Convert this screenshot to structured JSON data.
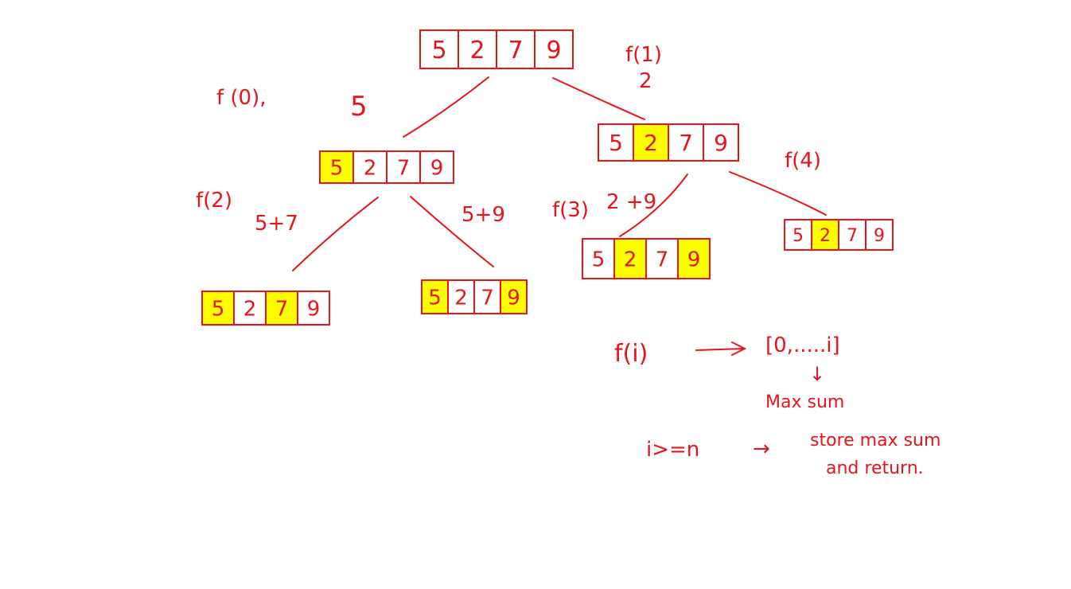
{
  "colors": {
    "ink": "#e8141b",
    "highlight": "#ffff00",
    "background": "#ffffff"
  },
  "arrays": [
    {
      "id": "root",
      "cells": [
        "5",
        "2",
        "7",
        "9"
      ],
      "highlighted": []
    },
    {
      "id": "left",
      "cells": [
        "5",
        "2",
        "7",
        "9"
      ],
      "highlighted": [
        0
      ]
    },
    {
      "id": "right",
      "cells": [
        "5",
        "2",
        "7",
        "9"
      ],
      "highlighted": [
        1
      ]
    },
    {
      "id": "left-left",
      "cells": [
        "5",
        "2",
        "7",
        "9"
      ],
      "highlighted": [
        0,
        2
      ]
    },
    {
      "id": "left-right",
      "cells": [
        "5",
        "2",
        "7",
        "9"
      ],
      "highlighted": [
        0,
        3
      ]
    },
    {
      "id": "right-left",
      "cells": [
        "5",
        "2",
        "7",
        "9"
      ],
      "highlighted": [
        1,
        3
      ]
    },
    {
      "id": "right-right",
      "cells": [
        "5",
        "2",
        "7",
        "9"
      ],
      "highlighted": [
        1
      ]
    }
  ],
  "labels": {
    "f0": "f (0),",
    "five": "5",
    "f1": "f(1)",
    "two": "2",
    "f2": "f(2)",
    "sum57": "5+7",
    "sum59": "5+9",
    "f3": "f(3)",
    "sum29": "2 +9",
    "f4": "f(4)"
  },
  "notes": {
    "fi": "f(i)",
    "range": "[0,.....i]",
    "down_arrow": "↓",
    "max_sum": "Max sum",
    "condition": "i>=n",
    "right_arrow": "→",
    "store": "store max sum",
    "return": "and return."
  }
}
